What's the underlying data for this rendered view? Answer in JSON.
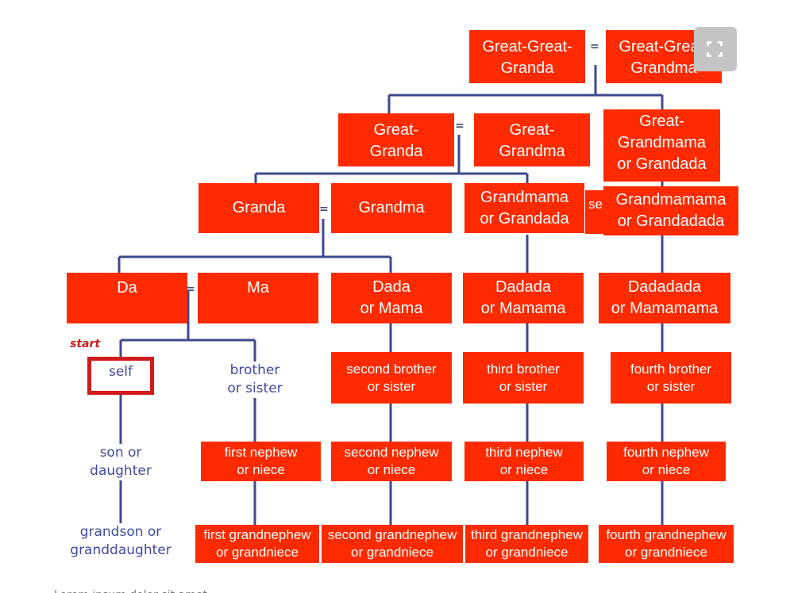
{
  "boxes": {
    "gg_granda": "Great-Great-\nGranda",
    "gg_grandma": "Great-Great-\nGrandma",
    "g_granda": "Great-\nGranda",
    "g_grandma": "Great-\nGrandma",
    "g_grandmama": "Great-\nGrandmama\nor Grandada",
    "granda": "Granda",
    "grandma": "Grandma",
    "grandmama": "Grandmama\nor Grandada",
    "grandmamama": "Grandmamama\nor Grandadada",
    "da": "Da",
    "ma": "Ma",
    "dada": "Dada\nor Mama",
    "dadada": "Dadada\nor Mamama",
    "dadadada": "Dadadada\nor Mamamama",
    "second_brother": "second brother\nor sister",
    "third_brother": "third brother\nor sister",
    "fourth_brother": "fourth brother\nor sister",
    "first_nephew": "first nephew\nor niece",
    "second_nephew": "second nephew\nor niece",
    "third_nephew": "third nephew\nor niece",
    "fourth_nephew": "fourth nephew\nor niece",
    "first_grandnephew": "first grandnephew\nor grandniece",
    "second_grandnephew": "second grandnephew\nor grandniece",
    "third_grandnephew": "third grandnephew\nor grandniece",
    "fourth_grandnephew": "fourth grandnephew\nor grandniece"
  },
  "hand": {
    "start": "start",
    "self": "self",
    "brother": "brother\nor sister",
    "son": "son or\ndaughter",
    "grandson": "grandson or\ngranddaughter"
  },
  "equals": "=",
  "ghost_text": "se",
  "footer_text": "Lorem ipsum dolor sit amet"
}
